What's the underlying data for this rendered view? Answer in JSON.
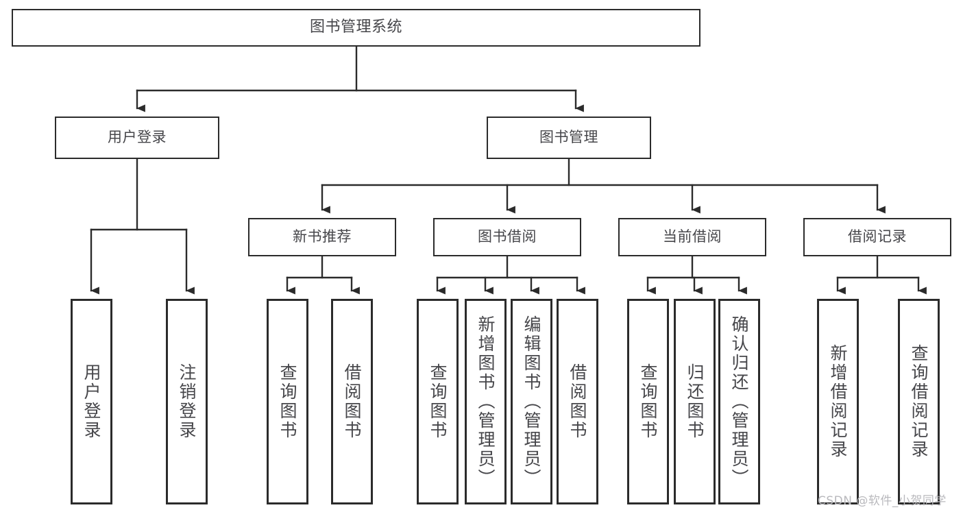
{
  "diagram": {
    "title": "图书管理系统",
    "type": "hierarchy-tree",
    "levels": 4,
    "colors": {
      "background": "#ffffff",
      "box_border": "#2b2b2b",
      "text": "#46464a",
      "connector": "#2b2b2b",
      "watermark": "#b9b9bd"
    },
    "root": {
      "label": "图书管理系统"
    },
    "level2": [
      {
        "label": "用户登录"
      },
      {
        "label": "图书管理"
      }
    ],
    "level3": [
      {
        "label": "新书推荐"
      },
      {
        "label": "图书借阅"
      },
      {
        "label": "当前借阅"
      },
      {
        "label": "借阅记录"
      }
    ],
    "leaves": {
      "user_login": [
        {
          "label": "用户登录"
        },
        {
          "label": "注销登录"
        }
      ],
      "new_book_recommend": [
        {
          "label": "查询图书"
        },
        {
          "label": "借阅图书"
        }
      ],
      "book_borrow": [
        {
          "label": "查询图书"
        },
        {
          "label": "新增图书（管理员）"
        },
        {
          "label": "编辑图书（管理员）"
        },
        {
          "label": "借阅图书"
        }
      ],
      "current_borrow": [
        {
          "label": "查询图书"
        },
        {
          "label": "归还图书"
        },
        {
          "label": "确认归还（管理员）"
        }
      ],
      "borrow_record": [
        {
          "label": "新增借阅记录"
        },
        {
          "label": "查询借阅记录"
        }
      ]
    },
    "watermark": "CSDN @软件_小贺同学"
  }
}
